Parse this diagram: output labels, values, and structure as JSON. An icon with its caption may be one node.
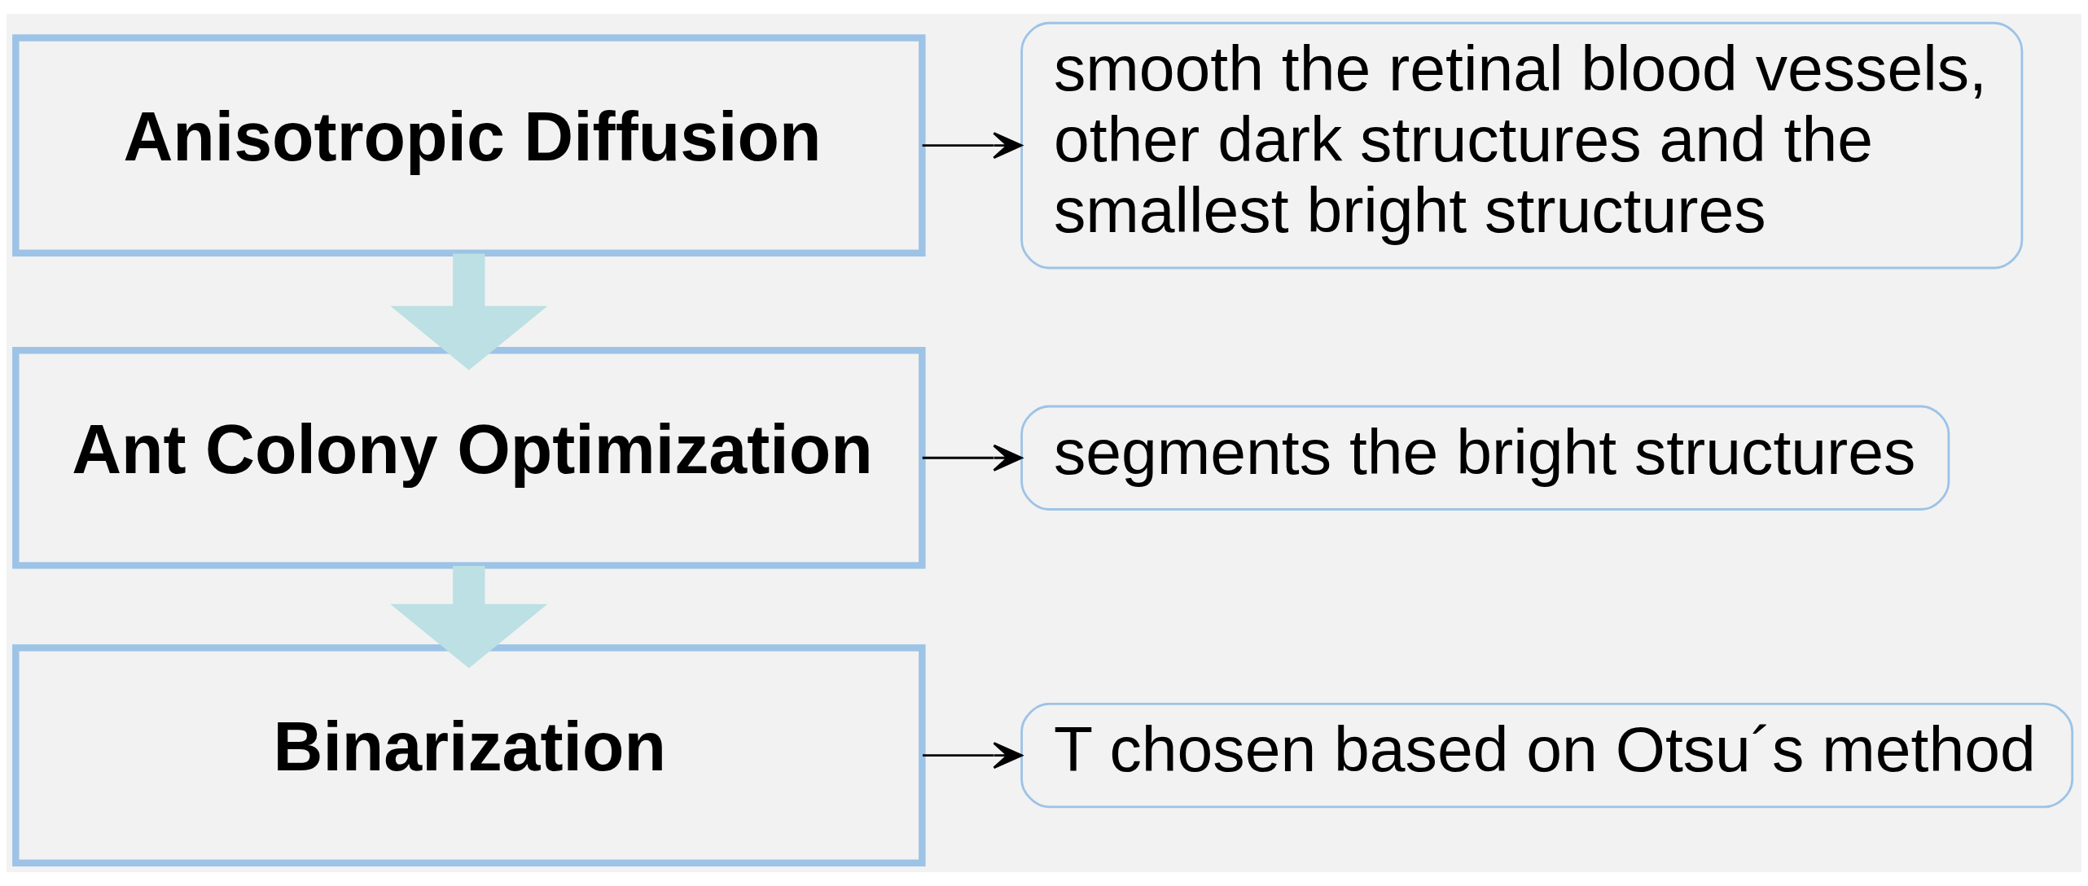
{
  "diagram": {
    "nodes": [
      {
        "text": [
          "Anisotropic Diffusion"
        ]
      },
      {
        "text": [
          "smooth the retinal blood vessels, other dark structures and the smallest bright structures"
        ]
      },
      {
        "text": [
          "Ant Colony Optimization"
        ]
      },
      {
        "text": [
          "segments the bright structures"
        ]
      },
      {
        "text": [
          "Binarization"
        ]
      },
      {
        "text": [
          "T chosen based on Otsu´s method"
        ]
      }
    ],
    "edges": [
      {
        "from": 0,
        "to": 1,
        "arrow": "to"
      },
      {
        "from": 0,
        "to": 2,
        "arrow": "to",
        "style": "thick",
        "color": "#bce0e3"
      },
      {
        "from": 2,
        "to": 3,
        "arrow": "to"
      },
      {
        "from": 2,
        "to": 4,
        "arrow": "to",
        "style": "thick",
        "color": "#bce0e3"
      },
      {
        "from": 4,
        "to": 5,
        "arrow": "to"
      }
    ]
  }
}
